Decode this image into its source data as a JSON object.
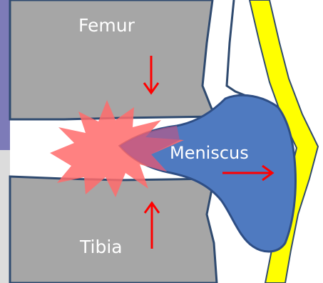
{
  "labels": {
    "femur": "Femur",
    "meniscus": "Meniscus",
    "tibia": "Tibia"
  },
  "colors": {
    "bone": "#a6a6a6",
    "bone_outline": "#2f4a6f",
    "meniscus": "#4f7ac0",
    "meniscus_outline": "#2e4e85",
    "capsule": "#ffff00",
    "arrow": "#ff0000",
    "impact": "#ff6b6b",
    "side_band": "#7d7bb8"
  }
}
